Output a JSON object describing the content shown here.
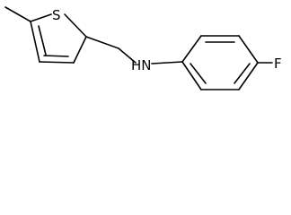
{
  "molecule": {
    "atoms": {
      "sulfur": "S",
      "nitrogen": "HN",
      "fluorine": "F"
    }
  },
  "colors": {
    "bond": "#000000",
    "background": "#ffffff"
  }
}
